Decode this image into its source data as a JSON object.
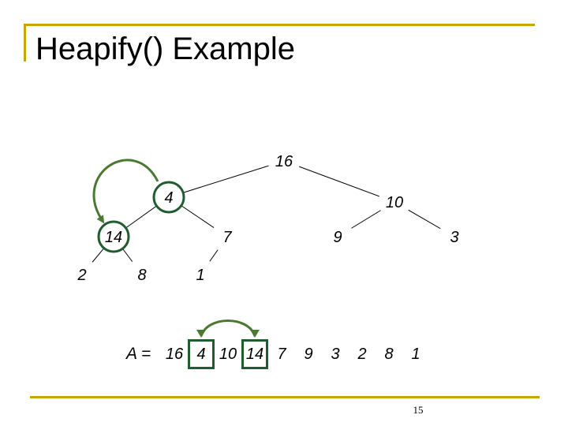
{
  "slide": {
    "title": "Heapify() Example",
    "page_number": "15"
  },
  "colors": {
    "frame": "#c8a800",
    "highlight_border": "#1f5c2e",
    "arrow": "#4a7a32"
  },
  "tree": {
    "nodes": [
      {
        "id": "n1",
        "value": "16",
        "highlighted": false
      },
      {
        "id": "n2",
        "value": "4",
        "highlighted": true
      },
      {
        "id": "n3",
        "value": "10",
        "highlighted": false
      },
      {
        "id": "n4",
        "value": "14",
        "highlighted": true
      },
      {
        "id": "n5",
        "value": "7",
        "highlighted": false
      },
      {
        "id": "n6",
        "value": "9",
        "highlighted": false
      },
      {
        "id": "n7",
        "value": "3",
        "highlighted": false
      },
      {
        "id": "n8",
        "value": "2",
        "highlighted": false
      },
      {
        "id": "n9",
        "value": "8",
        "highlighted": false
      },
      {
        "id": "n10",
        "value": "1",
        "highlighted": false
      }
    ],
    "edges": [
      [
        "n1",
        "n2"
      ],
      [
        "n1",
        "n3"
      ],
      [
        "n2",
        "n4"
      ],
      [
        "n2",
        "n5"
      ],
      [
        "n3",
        "n6"
      ],
      [
        "n3",
        "n7"
      ],
      [
        "n4",
        "n8"
      ],
      [
        "n4",
        "n9"
      ],
      [
        "n5",
        "n10"
      ]
    ],
    "swap": {
      "from": "n2",
      "to": "n4"
    }
  },
  "array": {
    "label": "A =",
    "values": [
      "16",
      "4",
      "10",
      "14",
      "7",
      "9",
      "3",
      "2",
      "8",
      "1"
    ],
    "highlighted": [
      1,
      3
    ],
    "swap": [
      1,
      3
    ]
  }
}
